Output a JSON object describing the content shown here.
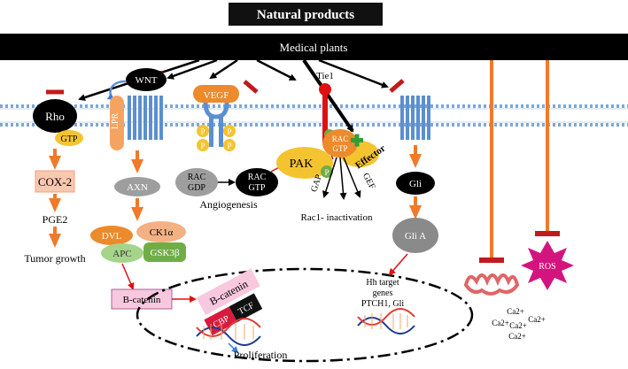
{
  "header": {
    "title": "Natural products",
    "subtitle": "Medical plants"
  },
  "labels": {
    "wnt": "WNT",
    "vegf": "VEGF",
    "tie1": "Tie1",
    "lpr": "LPR",
    "rho": "Rho",
    "gtp": "GTP",
    "cox2": "COX-2",
    "pge2": "PGE2",
    "tumor_growth": "Tumor growth",
    "axn": "AXN",
    "dvl": "DVL",
    "ck1a": "CK1α",
    "apc": "APC",
    "gsk3b": "GSK3β",
    "b_catenin": "B-catenin",
    "b_catenin_nuc": "B-catenin",
    "cbp": "CBP",
    "tcf": "TCF",
    "proliferation": "Proliferation",
    "rac_gdp_1": "RAC",
    "rac_gdp_2": "GDP",
    "rac_gtp_1": "RAC",
    "rac_gtp_2": "GTP",
    "angiogenesis": "Angiogenesis",
    "pak": "PAK",
    "p": "P",
    "rac_gtp_mem_1": "RAC",
    "rac_gtp_mem_2": "GTP",
    "effector": "Effector",
    "gap": "GAP",
    "gef": "GEF",
    "rac1_inactivation": "Rac1- inactivation",
    "gli": "Gli",
    "gli_a": "Gli A",
    "hh_1": "Hh target",
    "hh_2": "genes",
    "hh_3": "PTCH1, Gli",
    "ros": "ROS",
    "ca2": "Ca2+"
  },
  "colors": {
    "receptor_blue": "#5b8fd0",
    "membrane_blue": "#7ea6d8",
    "arrow_orange": "#f07a2a",
    "inhibit_red": "#c21a1a",
    "phospho_yellow": "#f4c430",
    "ros_magenta": "#d4147e",
    "green": "#70ad47",
    "pink_box": "#f8c8de",
    "salmon": "#f4b183"
  }
}
